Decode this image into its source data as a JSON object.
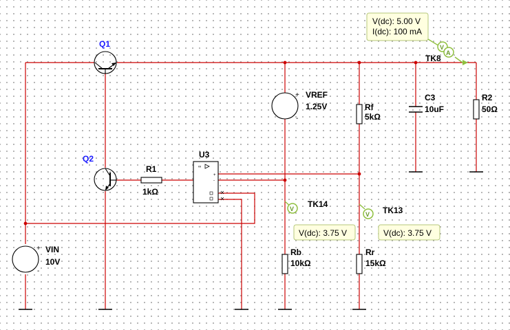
{
  "components": {
    "q1": {
      "name": "Q1"
    },
    "q2": {
      "name": "Q2"
    },
    "r1": {
      "name": "R1",
      "value": "1kΩ"
    },
    "u3": {
      "name": "U3"
    },
    "vref": {
      "name": "VREF",
      "value": "1.25V"
    },
    "rf": {
      "name": "Rf",
      "value": "5kΩ"
    },
    "c3": {
      "name": "C3",
      "value": "10uF"
    },
    "r2": {
      "name": "R2",
      "value": "50Ω"
    },
    "vin": {
      "name": "VIN",
      "value": "10V"
    },
    "rb": {
      "name": "Rb",
      "value": "10kΩ"
    },
    "rr": {
      "name": "Rr",
      "value": "15kΩ"
    }
  },
  "probes": {
    "tk8": {
      "name": "TK8",
      "line1": "V(dc): 5.00 V",
      "line2": "I(dc): 100 mA",
      "v_icon": "V",
      "a_icon": "A"
    },
    "tk14": {
      "name": "TK14",
      "line1": "V(dc): 3.75 V",
      "icon": "V"
    },
    "tk13": {
      "name": "TK13",
      "line1": "V(dc): 3.75 V",
      "icon": "V"
    }
  },
  "source_polarity": {
    "plus": "+",
    "minus": "-"
  },
  "opamp_pins": {
    "inv_sym": "∞",
    "plus": "+",
    "minus": "-"
  },
  "colors": {
    "wire": "#cc0000",
    "component": "#000000",
    "transistor_label": "#1a1aff",
    "probe_box_bg": "#ffffe0",
    "probe_box_border": "#b5c77a",
    "probe_icon": "#8fbf3f"
  }
}
